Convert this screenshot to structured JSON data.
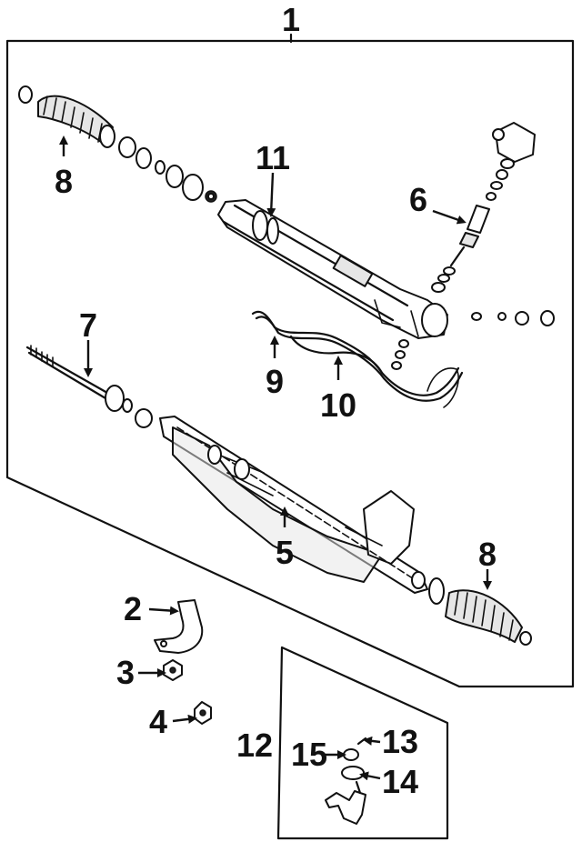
{
  "callouts": [
    {
      "id": "1",
      "label": "1"
    },
    {
      "id": "2",
      "label": "2"
    },
    {
      "id": "3",
      "label": "3"
    },
    {
      "id": "4",
      "label": "4"
    },
    {
      "id": "5",
      "label": "5"
    },
    {
      "id": "6",
      "label": "6"
    },
    {
      "id": "7",
      "label": "7"
    },
    {
      "id": "8a",
      "label": "8"
    },
    {
      "id": "8b",
      "label": "8"
    },
    {
      "id": "9",
      "label": "9"
    },
    {
      "id": "10",
      "label": "10"
    },
    {
      "id": "11",
      "label": "11"
    },
    {
      "id": "12",
      "label": "12"
    },
    {
      "id": "13",
      "label": "13"
    },
    {
      "id": "14",
      "label": "14"
    },
    {
      "id": "15",
      "label": "15"
    }
  ],
  "colors": {
    "line": "#111111",
    "background": "#ffffff",
    "part_fill": "#e6e6e6"
  }
}
